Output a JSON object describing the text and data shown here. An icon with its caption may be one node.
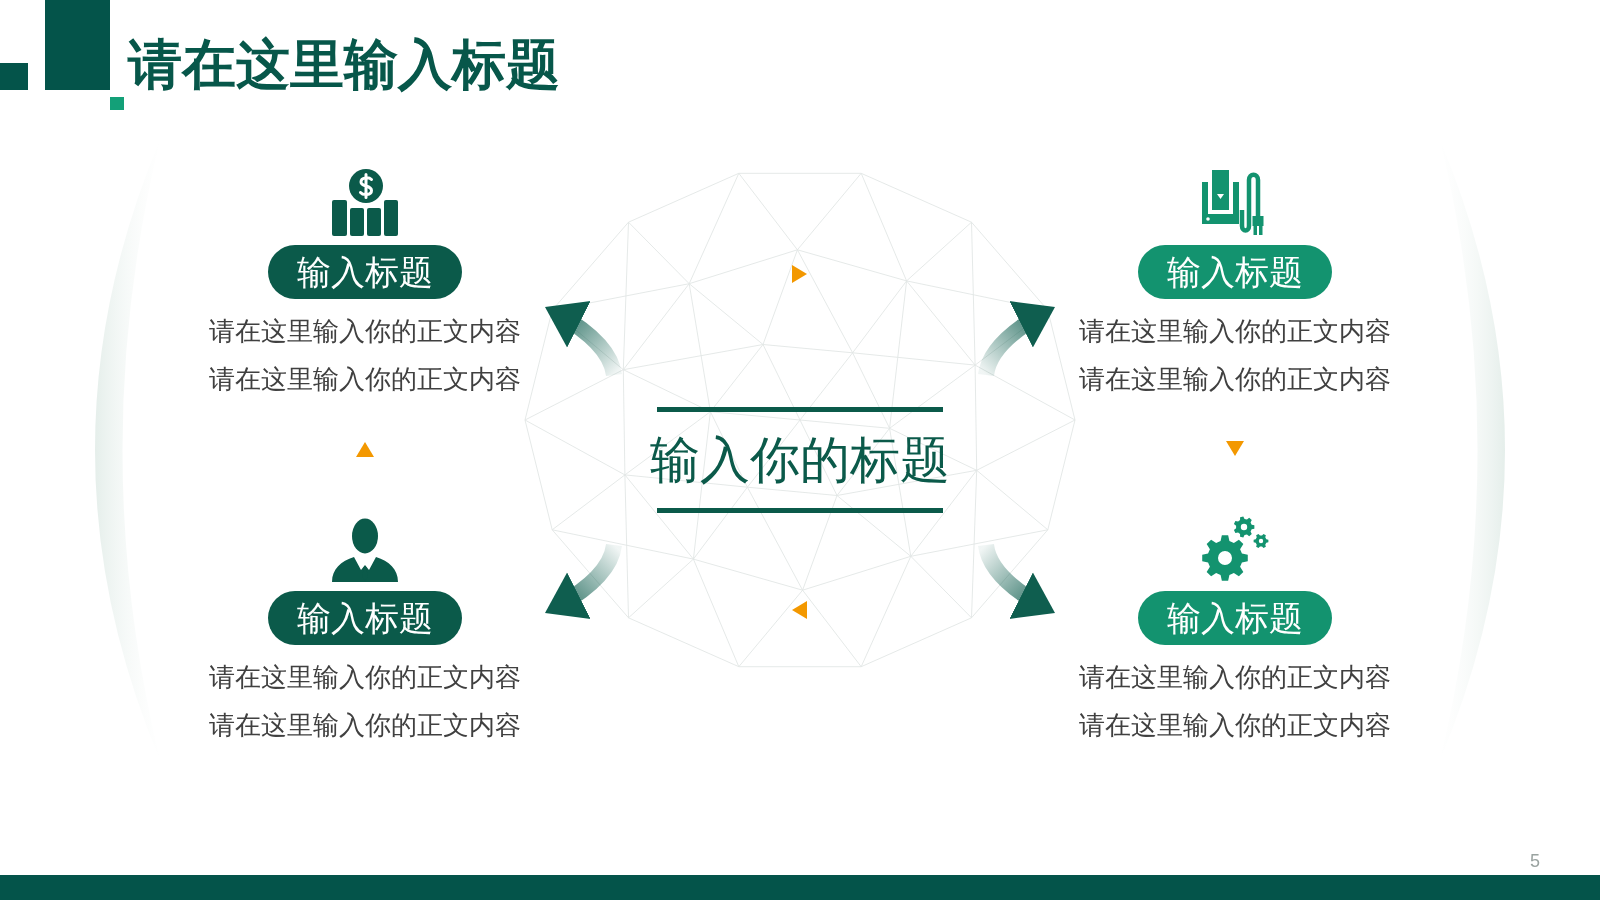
{
  "diagram": {
    "title": "请在这里输入标题",
    "nodes": [
      {
        "text": [
          "输入标题",
          "请在这里输入你的正文内容",
          "请在这里输入你的正文内容"
        ]
      },
      {
        "text": [
          "输入标题",
          "请在这里输入你的正文内容",
          "请在这里输入你的正文内容"
        ]
      },
      {
        "text": [
          "输入你的标题"
        ]
      },
      {
        "text": [
          "输入标题",
          "请在这里输入你的正文内容",
          "请在这里输入你的正文内容"
        ]
      },
      {
        "text": [
          "输入标题",
          "请在这里输入你的正文内容",
          "请在这里输入你的正文内容"
        ]
      }
    ],
    "edges": [
      {
        "from": 2,
        "to": 0,
        "arrow": "to"
      },
      {
        "from": 2,
        "to": 1,
        "arrow": "to"
      },
      {
        "from": 2,
        "to": 3,
        "arrow": "to"
      },
      {
        "from": 2,
        "to": 4,
        "arrow": "to"
      }
    ],
    "labels": [
      "5"
    ]
  }
}
